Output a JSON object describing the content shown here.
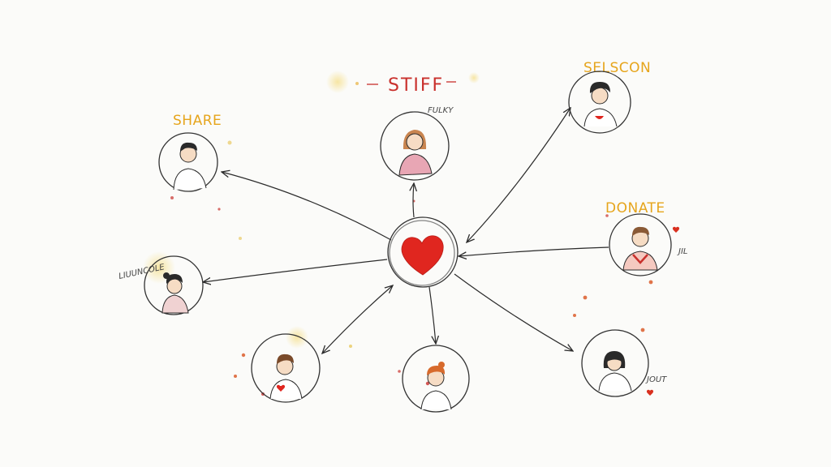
{
  "title": "STIFF",
  "labels": {
    "share": "SHARE",
    "top_small": "FULKY",
    "top_right": "SELSCON",
    "donate": "DONATE",
    "left_small": "LIUUNCOLE",
    "right_small_1": "JIL",
    "right_small_2": "JOUT"
  },
  "colors": {
    "heart": "#e0261f",
    "accent_yellow": "#e6a51c",
    "title_red": "#c9302c",
    "ink": "#2b2b2b"
  },
  "center": {
    "icon": "heart-icon"
  },
  "people": [
    {
      "id": "share",
      "icon": "person-icon"
    },
    {
      "id": "top",
      "icon": "person-icon"
    },
    {
      "id": "top-right",
      "icon": "person-icon"
    },
    {
      "id": "donate",
      "icon": "person-icon"
    },
    {
      "id": "left",
      "icon": "person-icon"
    },
    {
      "id": "bottom-left",
      "icon": "person-icon"
    },
    {
      "id": "bottom",
      "icon": "person-icon"
    },
    {
      "id": "bottom-right",
      "icon": "person-icon"
    }
  ]
}
